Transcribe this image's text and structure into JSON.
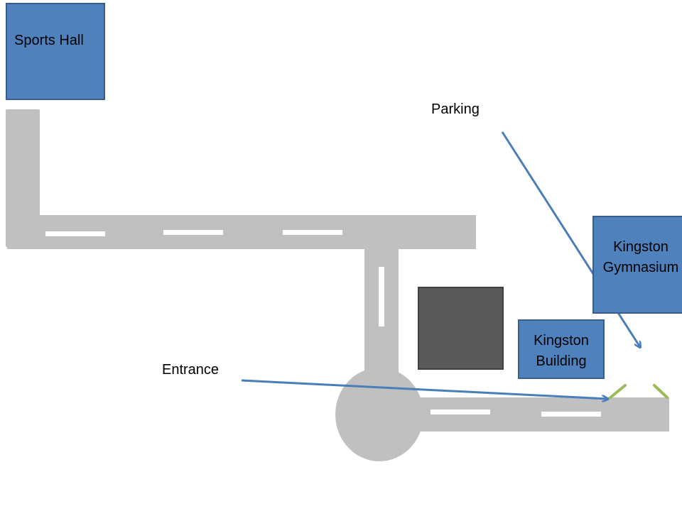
{
  "map": {
    "colors": {
      "road": "#c0c0c0",
      "lane_marking": "#ffffff",
      "building_fill": "#4f81bd",
      "building_border": "#385d8a",
      "parking_lot_fill": "#595959",
      "parking_lot_border": "#404040",
      "arrow": "#4a7ebb",
      "gate": "#9bbb59"
    },
    "buildings": {
      "sports_hall": "Sports Hall",
      "kingston_gymnasium": {
        "line1": "Kingston",
        "line2": "Gymnasium"
      },
      "kingston_building": {
        "line1": "Kingston",
        "line2": "Building"
      }
    },
    "labels": {
      "parking": "Parking",
      "entrance": "Entrance"
    },
    "icons": {
      "parking_arrow": "arrow-down-right-icon",
      "entrance_arrow": "arrow-right-icon",
      "gate": "gate-marker-icon"
    }
  }
}
